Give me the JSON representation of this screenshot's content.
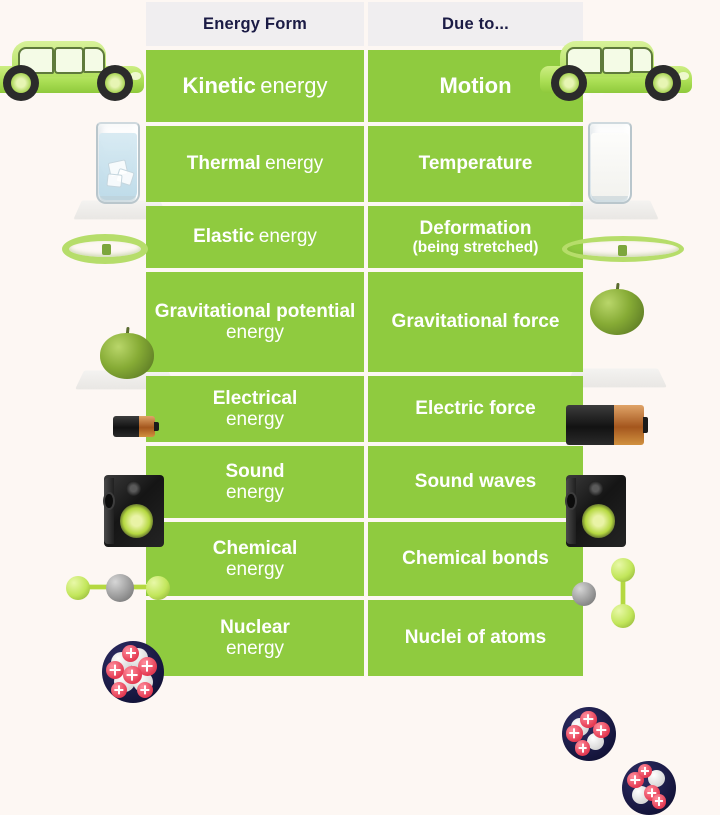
{
  "title": "Energy Form / Due to...",
  "palette": {
    "page_background": "#fdf7f3",
    "cell_green": "#8fcb3f",
    "header_background": "#f0eef0",
    "header_text": "#1b1b45",
    "cell_text": "#ffffff"
  },
  "header": {
    "col1": "Energy Form",
    "col2": "Due to..."
  },
  "rows": [
    {
      "form_bold": "Kinetic",
      "form_light": "energy",
      "cause_main": "Motion",
      "cause_sub": "",
      "left_icon": "car-icon",
      "right_icon": "car-with-motion-blur-icon"
    },
    {
      "form_bold": "Thermal",
      "form_light": "energy",
      "cause_main": "Temperature",
      "cause_sub": "",
      "left_icon": "glass-of-iced-water-icon",
      "right_icon": "glass-of-warm-milk-icon"
    },
    {
      "form_bold": "Elastic",
      "form_light": "energy",
      "cause_main": "Deformation",
      "cause_sub": "(being stretched)",
      "left_icon": "elastic-band-icon",
      "right_icon": "stretched-elastic-band-icon"
    },
    {
      "form_bold": "Gravitational potential",
      "form_light": "energy",
      "cause_main": "Gravitational force",
      "cause_sub": "",
      "left_icon": "apple-on-surface-icon",
      "right_icon": "apple-raised-above-surface-icon"
    },
    {
      "form_bold": "Electrical",
      "form_light": "energy",
      "cause_main": "Electric force",
      "cause_sub": "",
      "left_icon": "battery-icon",
      "right_icon": "battery-icon"
    },
    {
      "form_bold": "Sound",
      "form_light": "energy",
      "cause_main": "Sound waves",
      "cause_sub": "",
      "left_icon": "loudspeaker-icon",
      "right_icon": "loudspeaker-icon"
    },
    {
      "form_bold": "Chemical",
      "form_light": "energy",
      "cause_main": "Chemical bonds",
      "cause_sub": "",
      "left_icon": "bonded-molecule-icon",
      "right_icon": "separated-atoms-molecule-icon"
    },
    {
      "form_bold": "Nuclear",
      "form_light": "energy",
      "cause_main": "Nuclei of atoms",
      "cause_sub": "",
      "left_icon": "atomic-nucleus-icon",
      "right_icon": "splitting-nuclei-icon"
    }
  ]
}
